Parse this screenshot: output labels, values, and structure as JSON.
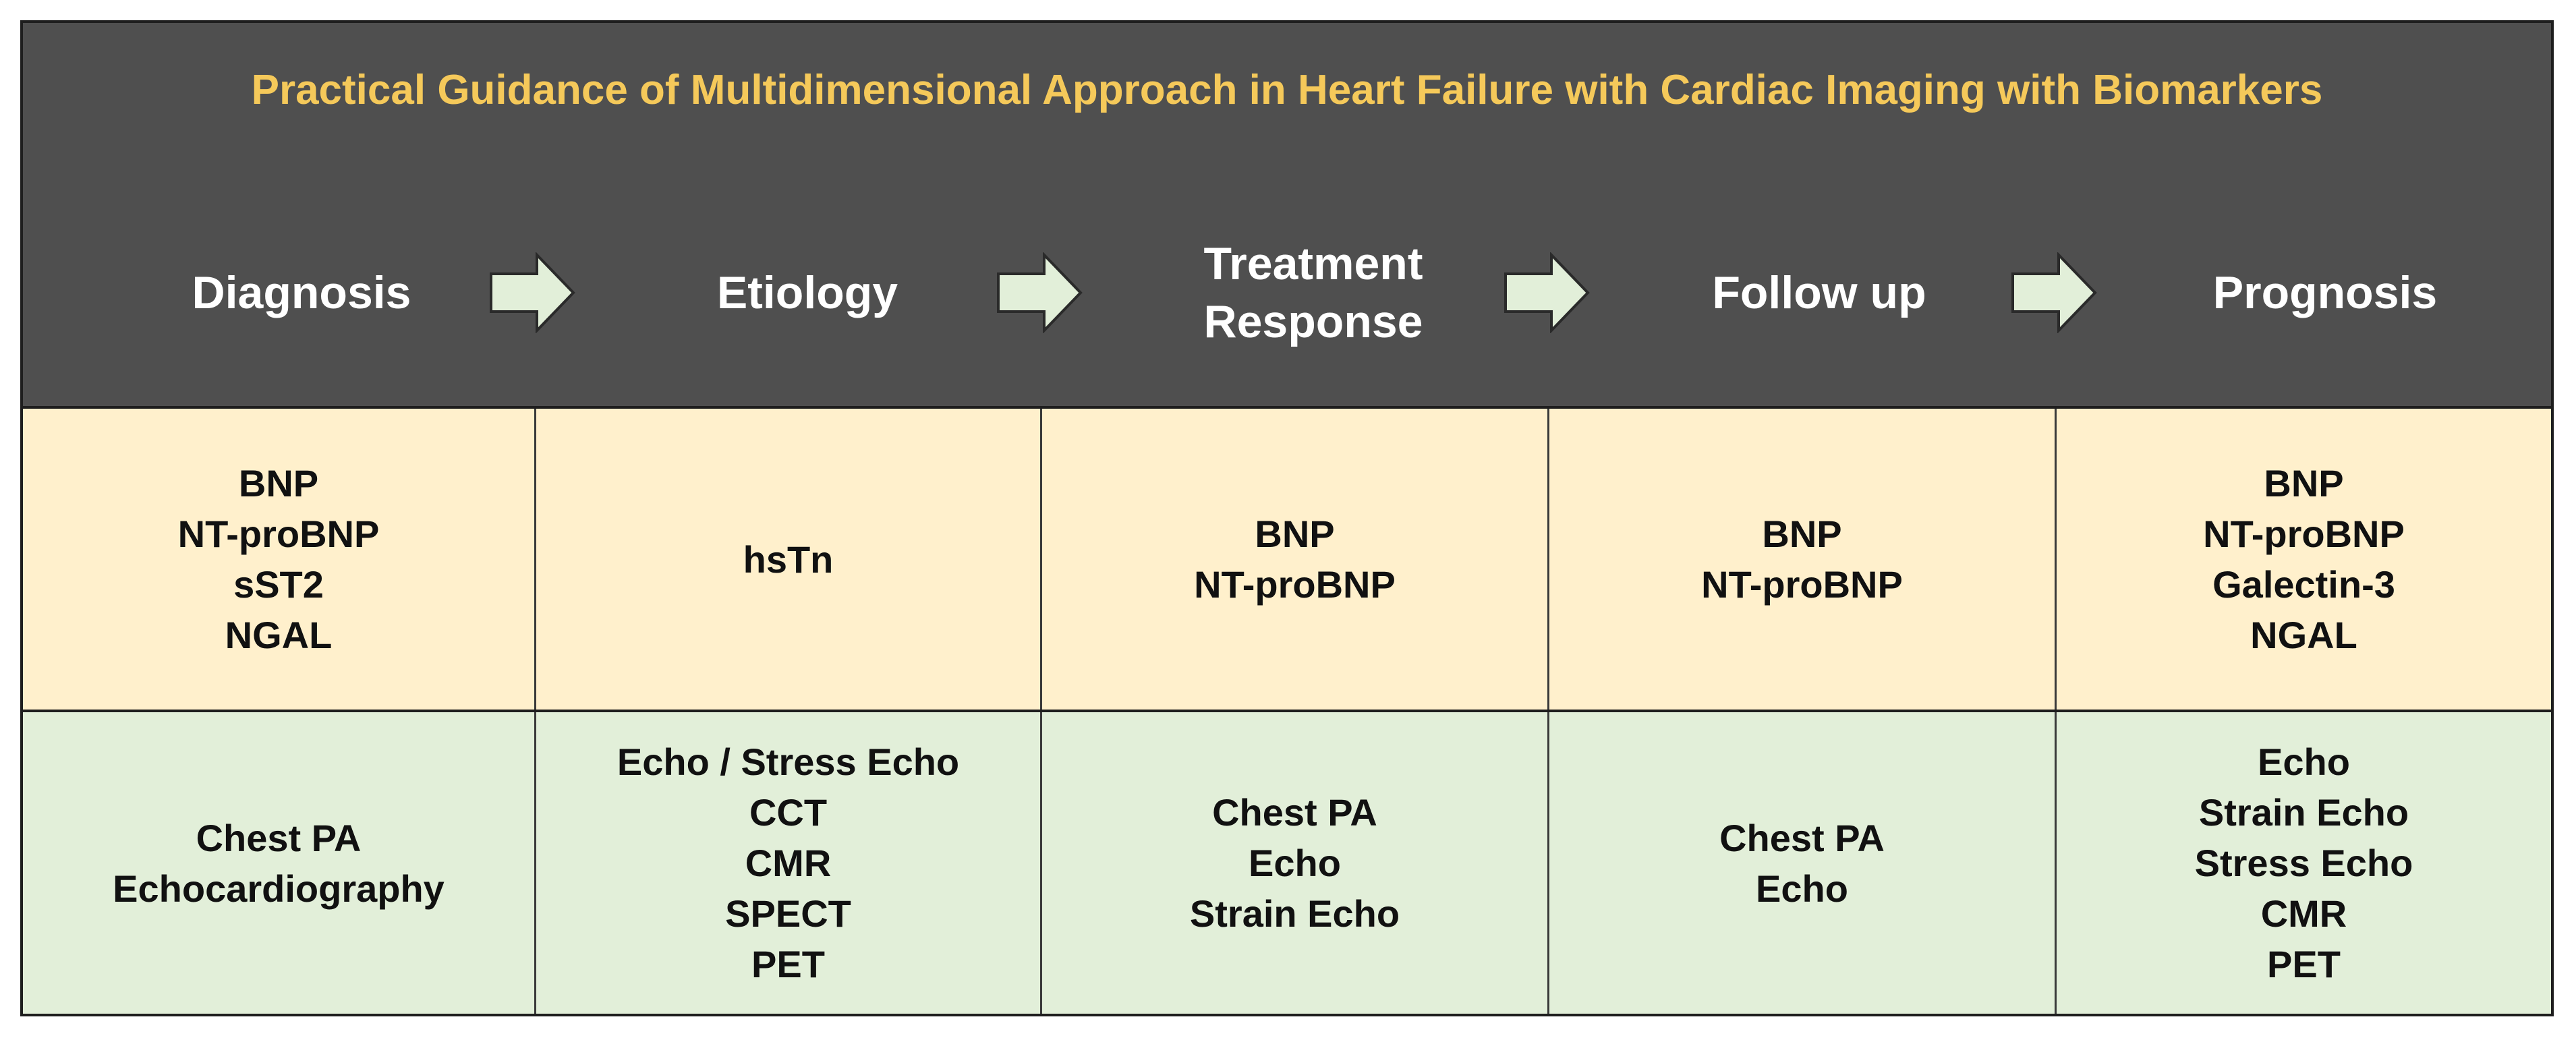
{
  "title": "Practical Guidance of Multidimensional Approach in Heart Failure with Cardiac Imaging with Biomarkers",
  "colors": {
    "header_bg": "#4f4f4f",
    "title_text": "#f5c95a",
    "stage_text": "#ffffff",
    "arrow_fill": "#e2efd9",
    "biomarker_row_bg": "#fff0cc",
    "imaging_row_bg": "#e2efd9",
    "border": "#1e1e1e"
  },
  "stages": [
    "Diagnosis",
    "Etiology",
    "Treatment\nResponse",
    "Follow up",
    "Prognosis"
  ],
  "arrow_icon": "right-block-arrow-icon",
  "biomarkers": [
    [
      "BNP",
      "NT-proBNP",
      "sST2",
      "NGAL"
    ],
    [
      "hsTn"
    ],
    [
      "BNP",
      "NT-proBNP"
    ],
    [
      "BNP",
      "NT-proBNP"
    ],
    [
      "BNP",
      "NT-proBNP",
      "Galectin-3",
      "NGAL"
    ]
  ],
  "imaging": [
    [
      "Chest PA",
      "Echocardiography"
    ],
    [
      "Echo / Stress Echo",
      "CCT",
      "CMR",
      "SPECT",
      "PET"
    ],
    [
      "Chest PA",
      "Echo",
      "Strain Echo"
    ],
    [
      "Chest PA",
      "Echo"
    ],
    [
      "Echo",
      "Strain Echo",
      "Stress Echo",
      "CMR",
      "PET"
    ]
  ]
}
